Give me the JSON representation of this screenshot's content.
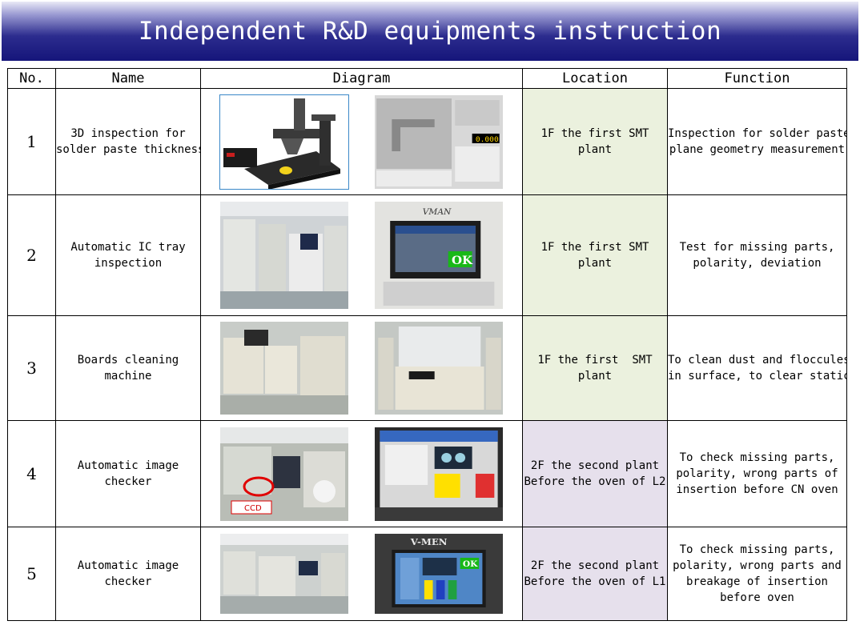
{
  "title": "Independent R&D equipments instruction",
  "headers": {
    "no": "No.",
    "name": "Name",
    "diagram": "Diagram",
    "location": "Location",
    "function": "Function"
  },
  "rows": [
    {
      "no": "1",
      "name": [
        "3D inspection for",
        "solder paste thickness"
      ],
      "location": [
        "1F the first SMT",
        "plant"
      ],
      "function": [
        "Inspection for solder paste、",
        "plane geometry measurement"
      ],
      "screen_value": "0.000"
    },
    {
      "no": "2",
      "name": [
        "Automatic IC tray",
        "inspection"
      ],
      "location": [
        "1F the first SMT",
        "plant"
      ],
      "function": [
        "Test for missing parts,",
        "polarity, deviation"
      ],
      "screen_brand": "VMAN",
      "screen_ok": "OK"
    },
    {
      "no": "3",
      "name": [
        "Boards cleaning",
        "machine"
      ],
      "location": [
        "1F the first  SMT",
        "plant"
      ],
      "function": [
        "To clean dust and floccules",
        "in surface, to clear static"
      ]
    },
    {
      "no": "4",
      "name": [
        "Automatic image",
        "checker"
      ],
      "location": [
        "2F the second plant",
        "Before the oven of L2"
      ],
      "function": [
        "To check missing parts,",
        "polarity, wrong parts of",
        "insertion before CN oven"
      ],
      "photo_label": "CCD"
    },
    {
      "no": "5",
      "name": [
        "Automatic image",
        "checker"
      ],
      "location": [
        "2F the second plant",
        "Before the oven of L1"
      ],
      "function": [
        "To check missing parts,",
        "polarity, wrong parts and",
        "breakage of insertion",
        "before oven"
      ],
      "screen_brand": "V-MEN",
      "screen_ok": "OK"
    }
  ],
  "colors": {
    "banner_dark": "#15157a",
    "location_green": "#ebf1de",
    "location_purple": "#e6e0ec",
    "highlight_red": "#e00000"
  },
  "icons": [
    "inspection-machine-render",
    "software-screenshot",
    "factory-photo",
    "monitor-photo"
  ]
}
